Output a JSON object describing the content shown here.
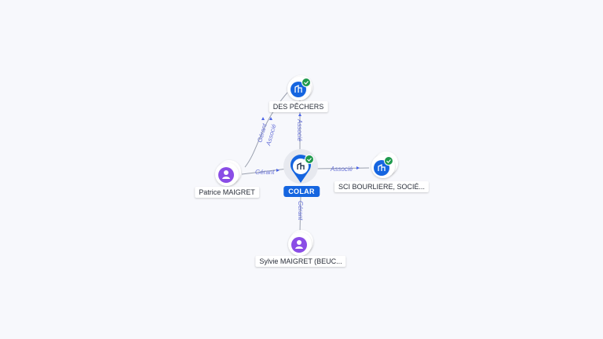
{
  "colors": {
    "company": "#1565e0",
    "person": "#8a4de6",
    "verified": "#1f9a4c",
    "edge_label": "#6a74d8",
    "arrow": "#4a63e8"
  },
  "nodes": {
    "center": {
      "label": "COLAR",
      "icon": "building-icon"
    },
    "des_pechers": {
      "label": "DES PÊCHERS",
      "icon": "building-icon",
      "verified": true
    },
    "sci_bourliere": {
      "label": "SCI BOURLIERE, SOCIÉ...",
      "icon": "building-icon",
      "verified": true
    },
    "patrice": {
      "label": "Patrice MAIGRET",
      "icon": "person-icon"
    },
    "sylvie": {
      "label": "Sylvie MAIGRET (BEUC...",
      "icon": "person-icon"
    }
  },
  "edges": {
    "patrice_center": "Gérant",
    "patrice_pechers_1": "Gérant",
    "patrice_pechers_2": "Associé",
    "center_pechers": "Associé",
    "center_sci": "Associé",
    "center_sylvie": "Gérant"
  }
}
